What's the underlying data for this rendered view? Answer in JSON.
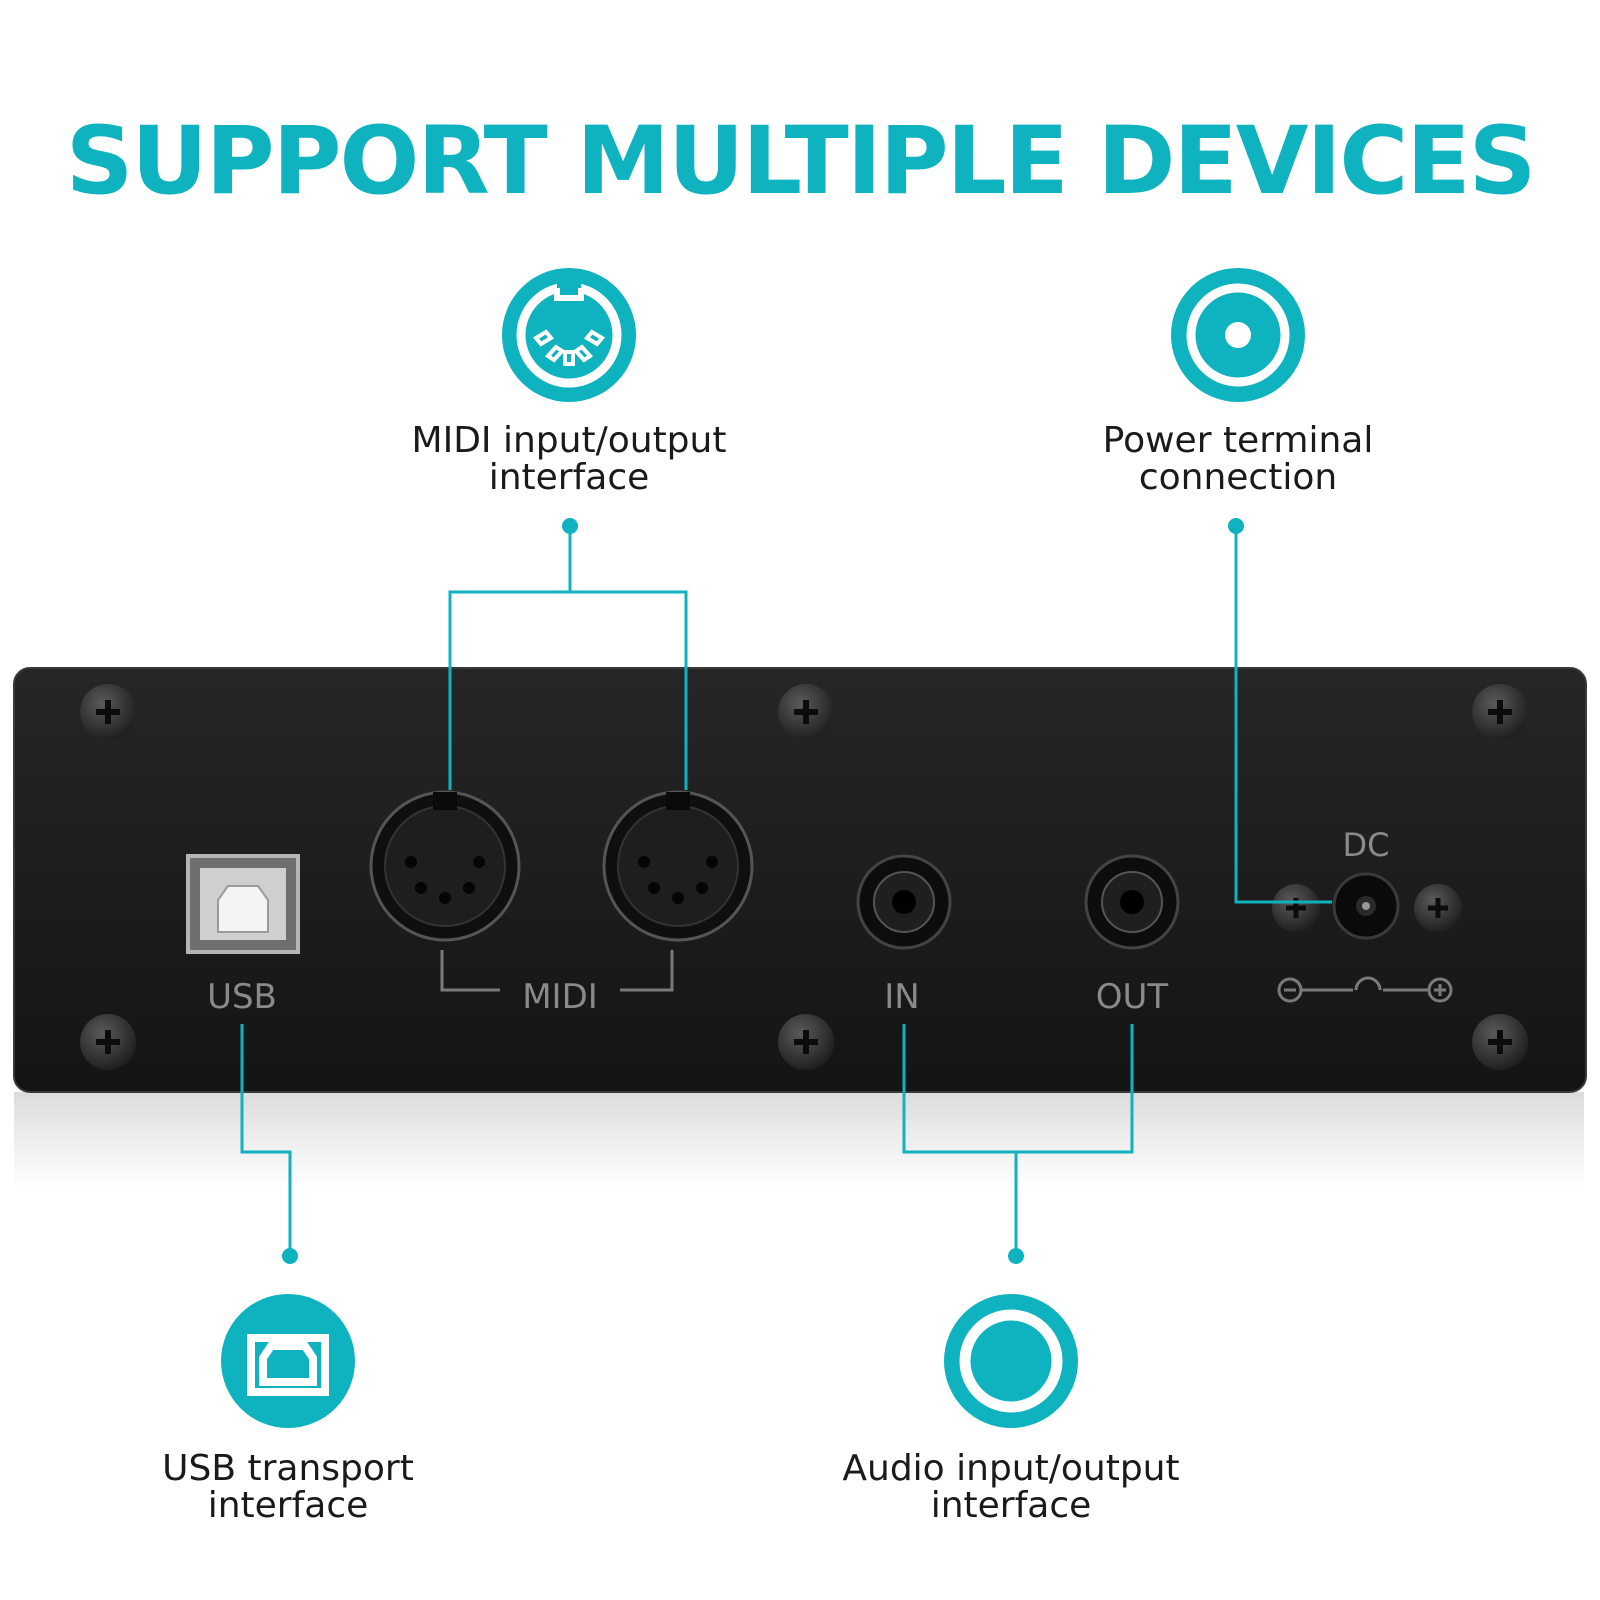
{
  "title": "SUPPORT MULTIPLE DEVICES",
  "colors": {
    "accent": "#0fb2bf",
    "panel": "#1b1b1b",
    "panel_edge": "#2a2a2a",
    "panel_print": "#7a7a7a"
  },
  "features": {
    "midi": {
      "label": "MIDI input/output\ninterface",
      "icon": "midi-din-connector-icon"
    },
    "power": {
      "label": "Power terminal\nconnection",
      "icon": "power-terminal-icon"
    },
    "usb": {
      "label": "USB transport\ninterface",
      "icon": "usb-b-port-icon"
    },
    "audio": {
      "label": "Audio input/output\ninterface",
      "icon": "audio-jack-icon"
    }
  },
  "panel": {
    "usb_label": "USB",
    "midi_label": "MIDI",
    "in_label": "IN",
    "out_label": "OUT",
    "dc_label": "DC"
  }
}
